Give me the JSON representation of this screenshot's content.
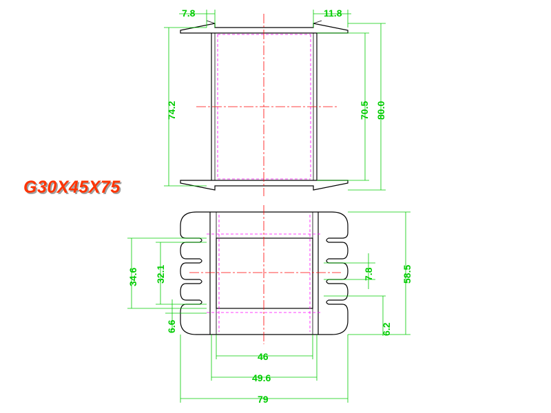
{
  "part_label": "G30X45X75",
  "top_view": {
    "dims": {
      "flange_left": "7.8",
      "flange_right": "11.8",
      "inner_height": "74.2",
      "winding_height": "70.5",
      "overall_height": "80.0"
    }
  },
  "bottom_view": {
    "dims": {
      "left_outer": "34.6",
      "left_inner": "32.1",
      "left_step": "6.6",
      "right_slot": "7.8",
      "right_overall": "58.5",
      "right_step": "6.2",
      "width_46": "46",
      "width_49_6": "49.6",
      "width_79": "79"
    }
  },
  "colors": {
    "dimension": "#00cc00",
    "centerline": "#ff0000",
    "hidden_line": "#ff00ff",
    "outline": "#000000",
    "label": "#ff3300"
  }
}
